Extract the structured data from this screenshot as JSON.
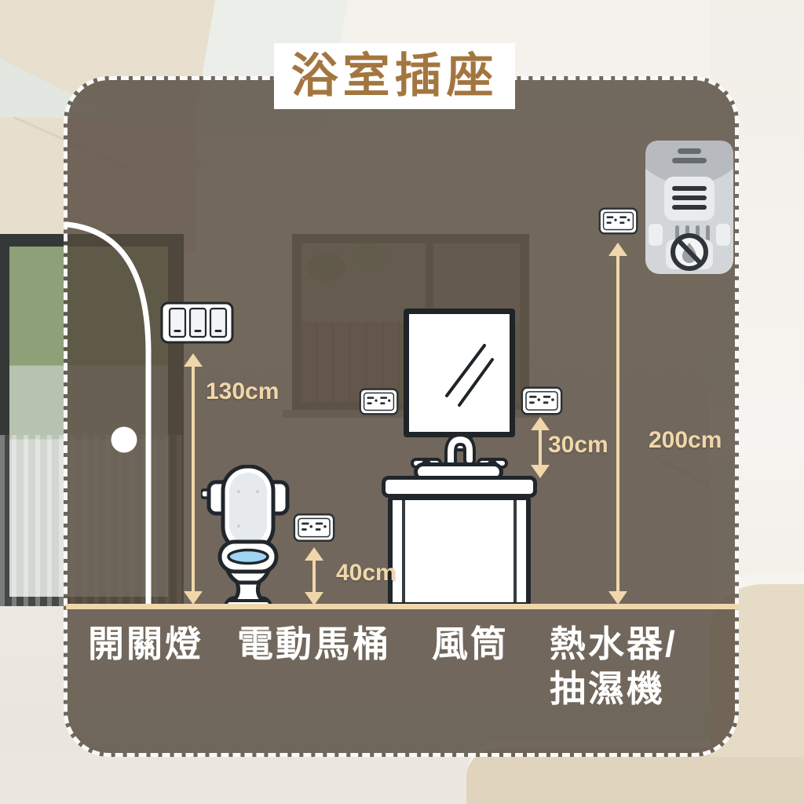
{
  "title": "浴室插座",
  "measurements": {
    "light_switch": "130cm",
    "toilet_outlet": "40cm",
    "mirror_outlet": "30cm",
    "heater_outlet": "200cm"
  },
  "fixture_labels": {
    "light_switch": "開關燈",
    "electric_toilet": "電動馬桶",
    "hair_dryer": "風筒",
    "water_heater_line1": "熱水器/",
    "water_heater_line2": "抽濕機"
  },
  "colors": {
    "accent_cream": "#F0D7AB",
    "title_brown": "#A3763F",
    "panel_overlay": "rgba(86,74,62,0.82)",
    "label_white": "#FFFFFF",
    "outline_dark": "#20262B"
  }
}
